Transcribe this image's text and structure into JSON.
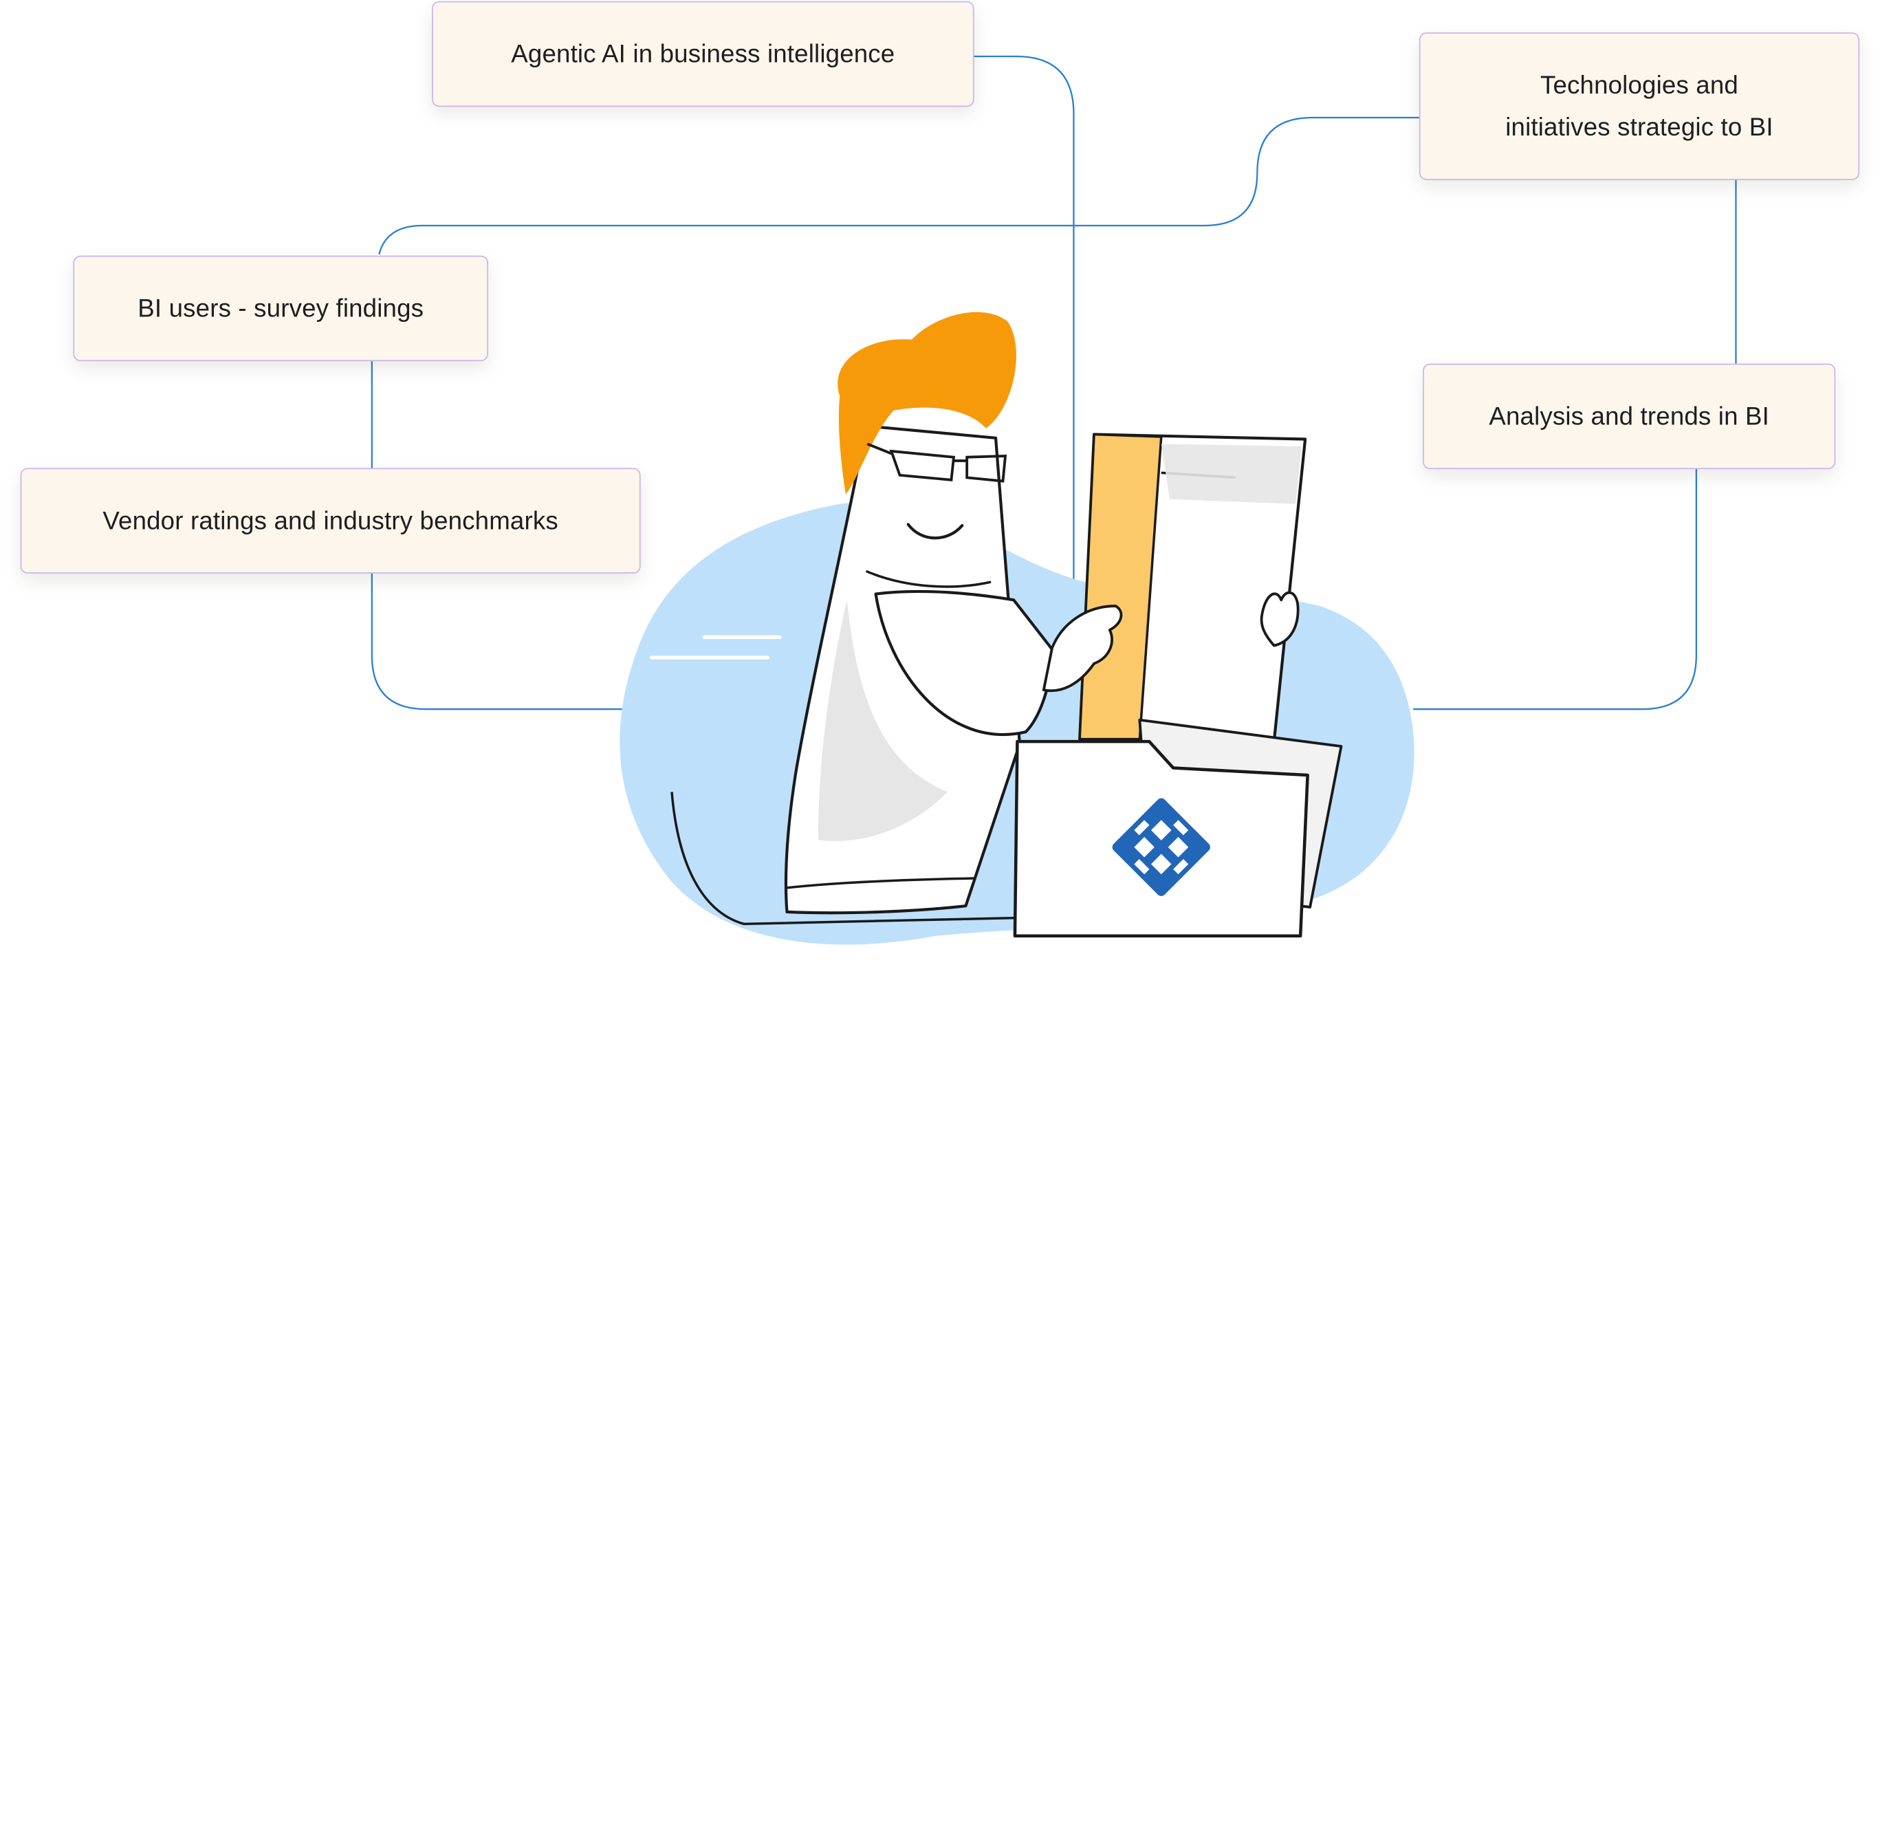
{
  "topics": {
    "agentic_ai": {
      "label": "Agentic AI in business intelligence"
    },
    "technologies": {
      "line1": "Technologies and",
      "line2": "initiatives strategic to BI"
    },
    "bi_users": {
      "label": "BI users - survey findings"
    },
    "vendor_ratings": {
      "label": "Vendor ratings and industry benchmarks"
    },
    "analysis_trends": {
      "label": "Analysis and trends in BI"
    }
  },
  "colors": {
    "connector": "#2a7fd4",
    "card_background": "#fdf6ec",
    "card_border": "#c9b6ea",
    "hair": "#f79a0a",
    "document_stripe": "#fcc96a",
    "blob": "#bfe0fb",
    "logo": "#2266b8"
  },
  "icons": {
    "logo": "endless-knot-icon",
    "figure": "person-reading-document-illustration"
  }
}
